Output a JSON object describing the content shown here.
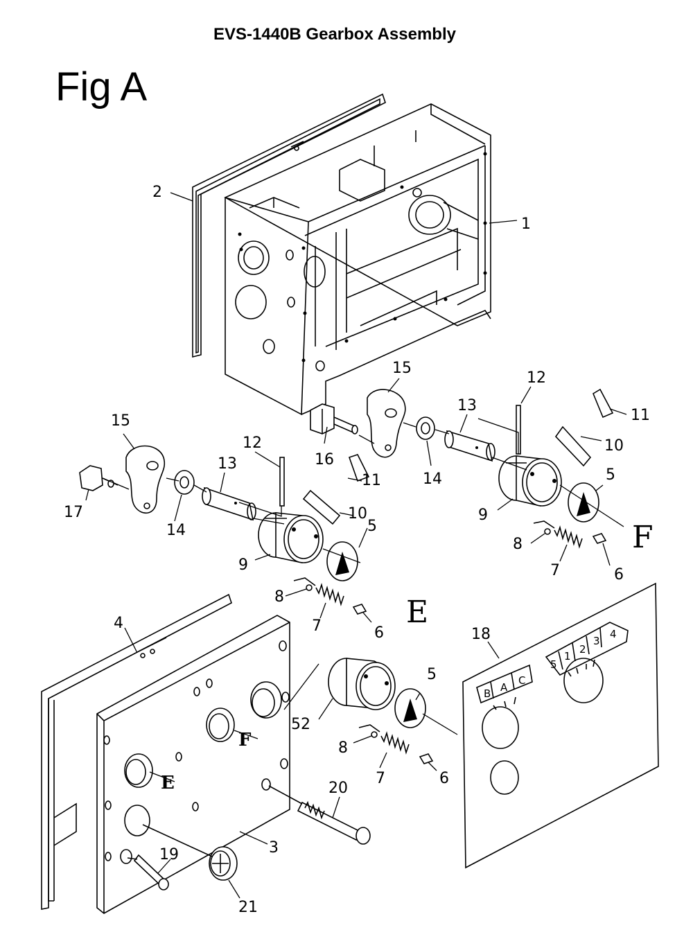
{
  "title": "EVS-1440B Gearbox Assembly",
  "figure_label": "Fig A",
  "callouts": [
    "1",
    "2",
    "3",
    "4",
    "5",
    "6",
    "7",
    "8",
    "9",
    "10",
    "11",
    "12",
    "13",
    "14",
    "15",
    "16",
    "17",
    "18",
    "19",
    "20",
    "21",
    "52"
  ],
  "view_labels": {
    "E": "E",
    "F": "F"
  },
  "dial_left": [
    "B",
    "A",
    "C"
  ],
  "dial_right": [
    "5",
    "1",
    "2",
    "3",
    "4"
  ]
}
